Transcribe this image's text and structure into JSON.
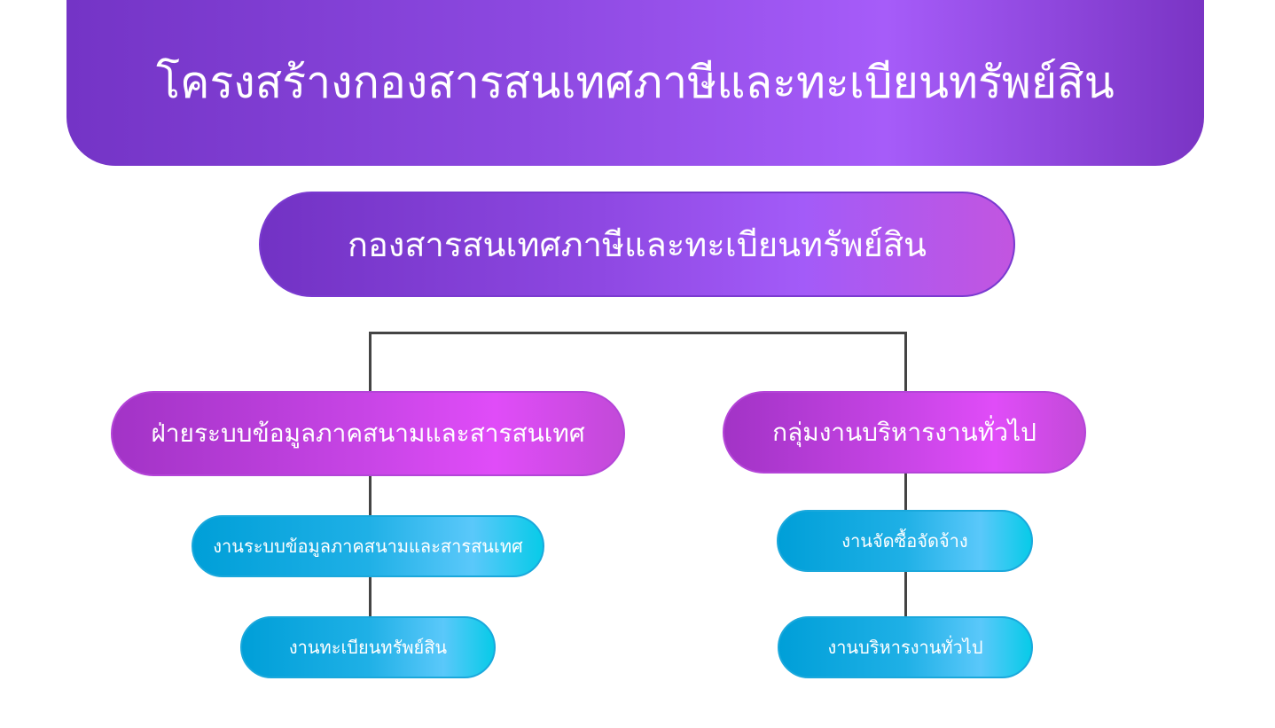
{
  "title": "โครงสร้างกองสารสนเทศภาษีและทะเบียนทรัพย์สิน",
  "root": "กองสารสนเทศภาษีและทะเบียนทรัพย์สิน",
  "branches": [
    {
      "label": "ฝ่ายระบบข้อมูลภาคสนามและสารสนเทศ",
      "children": [
        "งานระบบข้อมูลภาคสนามและสารสนเทศ",
        "งานทะเบียนทรัพย์สิน"
      ]
    },
    {
      "label": "กลุ่มงานบริหารงานทั่วไป",
      "children": [
        "งานจัดซื้อจัดจ้าง",
        "งานบริหารงานทั่วไป"
      ]
    }
  ],
  "colors": {
    "header": "#8c48e0",
    "level2": "#c845e6",
    "level3": "#1fb0e6",
    "connector": "#444444"
  }
}
